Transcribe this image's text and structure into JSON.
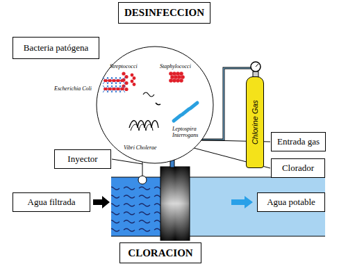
{
  "diagram": {
    "title": "DESINFECCION",
    "caption": "CLORACION",
    "nodes": [
      {
        "text": [
          "Bacteria patógena"
        ]
      },
      {
        "text": [
          "Streptococci",
          "Staphylococci",
          "Escherichia Coli",
          "Leptospira Interrogans",
          "Vibri Cholerae"
        ]
      },
      {
        "text": [
          "Chlorine Gas"
        ]
      },
      {
        "text": [
          "Entrada gas"
        ]
      },
      {
        "text": [
          "Clorador"
        ]
      },
      {
        "text": [
          "Inyector"
        ]
      },
      {
        "text": [
          "Agua filtrada"
        ]
      },
      {
        "text": [
          "Agua potable"
        ]
      }
    ]
  }
}
